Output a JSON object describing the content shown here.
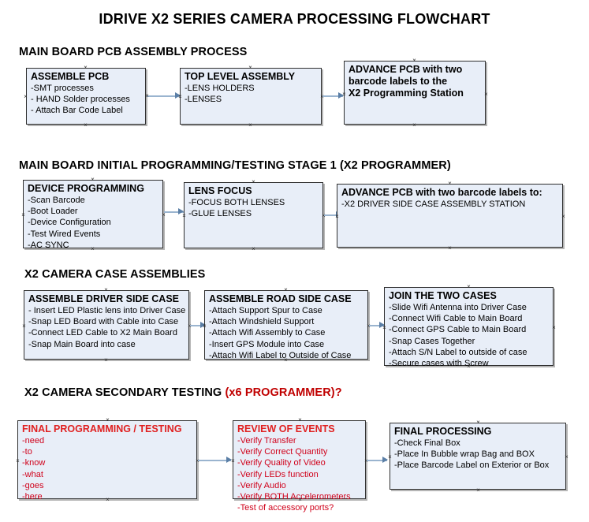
{
  "title": "IDRIVE X2  SERIES CAMERA PROCESSING FLOWCHART",
  "sections": [
    {
      "id": "sec1",
      "heading": "MAIN BOARD PCB ASSEMBLY PROCESS",
      "heading_red": ""
    },
    {
      "id": "sec2",
      "heading": "MAIN BOARD INITIAL PROGRAMMING/TESTING STAGE 1 (X2 PROGRAMMER)",
      "heading_red": ""
    },
    {
      "id": "sec3",
      "heading": "X2 CAMERA CASE ASSEMBLIES",
      "heading_red": ""
    },
    {
      "id": "sec4",
      "heading": "X2 CAMERA SECONDARY TESTING ",
      "heading_red": "(x6 PROGRAMMER)?"
    }
  ],
  "boxes": {
    "assemble_pcb": {
      "title": "ASSEMBLE PCB",
      "lines": [
        "-SMT processes",
        "- HAND Solder processes",
        "- Attach Bar Code Label"
      ]
    },
    "top_level_assembly": {
      "title": "TOP LEVEL ASSEMBLY",
      "lines": [
        "-LENS HOLDERS",
        "-LENSES"
      ]
    },
    "advance_pcb_1": {
      "title": "ADVANCE PCB with two",
      "title2": "barcode labels to the",
      "title3": " X2 Programming Station",
      "lines": []
    },
    "device_programming": {
      "title": "DEVICE PROGRAMMING",
      "lines": [
        "-Scan Barcode",
        "-Boot Loader",
        "-Device Configuration",
        "-Test Wired Events",
        "-AC SYNC"
      ]
    },
    "lens_focus": {
      "title": "LENS FOCUS",
      "lines": [
        "-FOCUS BOTH LENSES",
        "-GLUE LENSES"
      ]
    },
    "advance_pcb_2": {
      "title": "ADVANCE PCB with two barcode labels to:",
      "lines": [
        "-X2 DRIVER  SIDE  CASE  ASSEMBLY STATION"
      ]
    },
    "driver_side_case": {
      "title": "ASSEMBLE DRIVER SIDE CASE",
      "lines": [
        "- Insert LED Plastic lens into Driver Case",
        "-Snap LED Board with Cable into Case",
        "-Connect LED Cable to X2 Main Board",
        "-Snap Main Board into case"
      ]
    },
    "road_side_case": {
      "title": "ASSEMBLE ROAD SIDE CASE",
      "lines": [
        "-Attach Support Spur to Case",
        "-Attach Windshield Support",
        "-Attach Wifi Assembly to Case",
        "-Insert GPS Module into Case",
        "-Attach Wifi Label to Outside of Case"
      ]
    },
    "join_two_cases": {
      "title": "JOIN THE TWO CASES",
      "lines": [
        "-Slide Wifi Antenna into Driver Case",
        "-Connect Wifi Cable to Main Board",
        "-Connect GPS Cable to Main Board",
        "-Snap Cases Together",
        "-Attach S/N Label to outside of case",
        "-Secure cases with Screw"
      ]
    },
    "final_programming": {
      "title": "FINAL PROGRAMMING / TESTING",
      "lines": [
        "-need",
        "-to",
        "-know",
        "-what",
        "-goes",
        "-here"
      ]
    },
    "review_of_events": {
      "title": "REVIEW OF EVENTS",
      "lines": [
        "-Verify Transfer",
        "-Verify Correct Quantity",
        "-Verify Quality of Video",
        "-Verify LEDs function",
        "-Verify Audio",
        "-Verify BOTH Accelerometers",
        "-Test of accessory ports?"
      ]
    },
    "final_processing": {
      "title": "FINAL PROCESSING",
      "lines": [
        " -Check Final Box",
        "-Place In Bubble wrap Bag and BOX",
        "-Place Barcode Label on Exterior or Box"
      ]
    }
  },
  "colors": {
    "box_fill": "#e8eef8",
    "box_border": "#2f2f2f",
    "connector": "#9ab4cf",
    "arrow": "#5b7fa6",
    "red_text": "#d0021b"
  }
}
